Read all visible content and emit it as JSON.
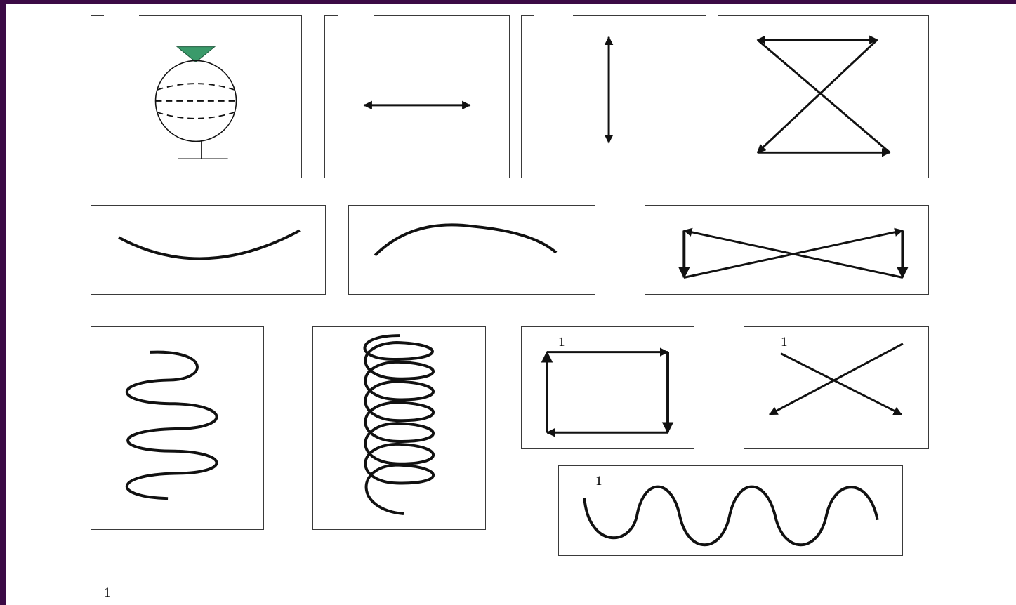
{
  "labels": {
    "square": "1",
    "cross": "1",
    "wave": "1",
    "footnote": "1"
  },
  "colors": {
    "background": "#3b0a45",
    "slide": "#ffffff",
    "stroke": "#111111",
    "marker": "#3a9a6a"
  },
  "icons": [
    "eyeball-pendulum-icon",
    "horizontal-double-arrow-icon",
    "vertical-double-arrow-icon",
    "hourglass-arrows-icon",
    "smile-arc-icon",
    "frown-arc-icon",
    "bowtie-arrows-icon",
    "vertical-wave-icon",
    "coil-spiral-icon",
    "square-cycle-arrows-icon",
    "x-cross-arrows-icon",
    "horizontal-wave-icon"
  ]
}
